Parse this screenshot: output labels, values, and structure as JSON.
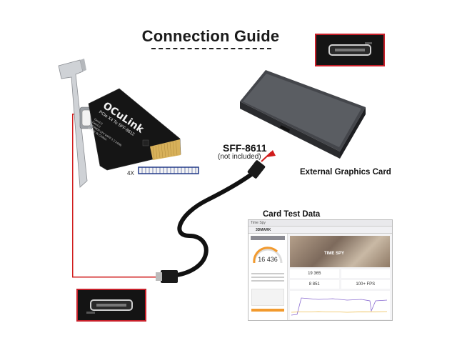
{
  "title": "Connection Guide",
  "labels": {
    "sff": "SFF-8611",
    "not_included": "(not included)",
    "external_gpu": "External Graphics Card",
    "card_test": "Card Test Data",
    "lane": "4X"
  },
  "card": {
    "brand": "OCuLink",
    "subtitle": "PCIe X4 To SFF-8612",
    "line1": "Gen3.0",
    "line2": "Gen4.0",
    "line3": "POWER:12V  VSFF:1.2  24Gb",
    "line4": "MADE IN CHINA"
  },
  "test": {
    "app": "3DMARK",
    "window_title": "Time Spy",
    "score": "16 436",
    "benchmark": "TIME SPY",
    "graphics_score": "19 365",
    "cpu_score": "8 851",
    "fps": "100+ FPS"
  },
  "colors": {
    "accent_red": "#d01c1c",
    "card_black": "#151515",
    "gold": "#d8b15a"
  }
}
